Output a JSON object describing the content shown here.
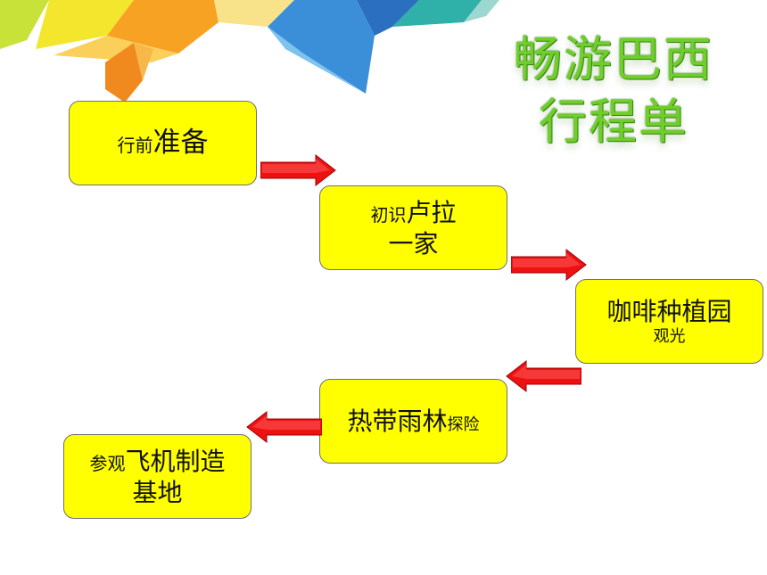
{
  "title": {
    "line1": "畅游巴西",
    "line2": "行程单"
  },
  "steps": [
    {
      "small": "行前",
      "large": "准备"
    },
    {
      "small": "初识",
      "large": "卢拉",
      "line2": "一家"
    },
    {
      "large": "咖啡种植园",
      "small": "观光"
    },
    {
      "large": "热带雨林",
      "small": "探险"
    },
    {
      "small": "参观",
      "large": "飞机制造",
      "line2": "基地"
    }
  ],
  "colors": {
    "box_fill": "#ffff00",
    "arrow": "#ee1111",
    "title": "#6fce2a"
  }
}
